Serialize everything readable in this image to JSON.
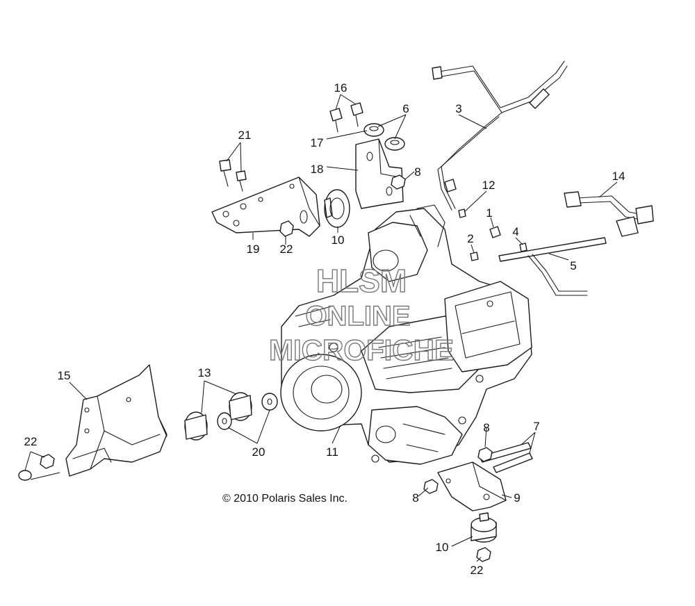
{
  "watermark": {
    "line1": "HLSM",
    "line2": "ONLINE",
    "line3": "MICROFICHE"
  },
  "copyright": "© 2010 Polaris Sales Inc.",
  "callouts": [
    {
      "id": "c1",
      "label": "1"
    },
    {
      "id": "c2",
      "label": "2"
    },
    {
      "id": "c3",
      "label": "3"
    },
    {
      "id": "c4",
      "label": "4"
    },
    {
      "id": "c5",
      "label": "5"
    },
    {
      "id": "c6",
      "label": "6"
    },
    {
      "id": "c7",
      "label": "7"
    },
    {
      "id": "c8a",
      "label": "8"
    },
    {
      "id": "c8b",
      "label": "8"
    },
    {
      "id": "c8c",
      "label": "8"
    },
    {
      "id": "c9",
      "label": "9"
    },
    {
      "id": "c10a",
      "label": "10"
    },
    {
      "id": "c10b",
      "label": "10"
    },
    {
      "id": "c11",
      "label": "11"
    },
    {
      "id": "c12",
      "label": "12"
    },
    {
      "id": "c13",
      "label": "13"
    },
    {
      "id": "c14",
      "label": "14"
    },
    {
      "id": "c15",
      "label": "15"
    },
    {
      "id": "c16",
      "label": "16"
    },
    {
      "id": "c17",
      "label": "17"
    },
    {
      "id": "c18",
      "label": "18"
    },
    {
      "id": "c19",
      "label": "19"
    },
    {
      "id": "c20",
      "label": "20"
    },
    {
      "id": "c21",
      "label": "21"
    },
    {
      "id": "c22a",
      "label": "22"
    },
    {
      "id": "c22b",
      "label": "22"
    },
    {
      "id": "c22c",
      "label": "22"
    }
  ]
}
